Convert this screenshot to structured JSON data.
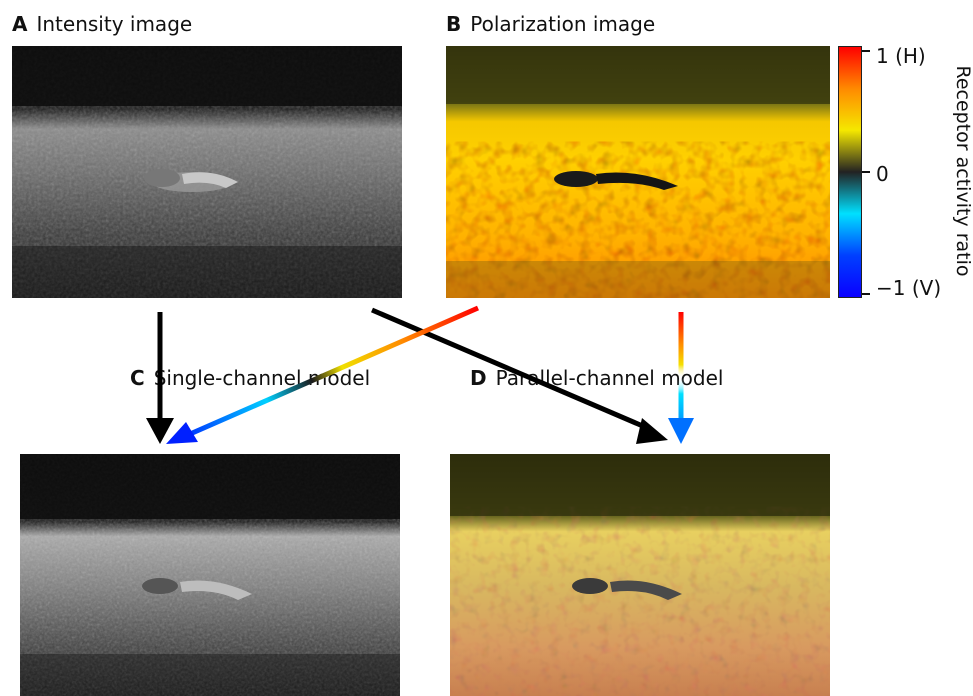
{
  "panels": {
    "a": {
      "letter": "A",
      "title": "Intensity image"
    },
    "b": {
      "letter": "B",
      "title": "Polarization image"
    },
    "c": {
      "letter": "C",
      "title": "Single-channel model"
    },
    "d": {
      "letter": "D",
      "title": "Parallel-channel model"
    }
  },
  "colorbar": {
    "title": "Receptor activity ratio",
    "max_label": "1 (H)",
    "mid_label": "0",
    "min_label": "−1 (V)",
    "colors": [
      "#ff0000",
      "#ff8a00",
      "#f5e800",
      "#222222",
      "#00e0ff",
      "#0040ff",
      "#0a00ff"
    ]
  }
}
